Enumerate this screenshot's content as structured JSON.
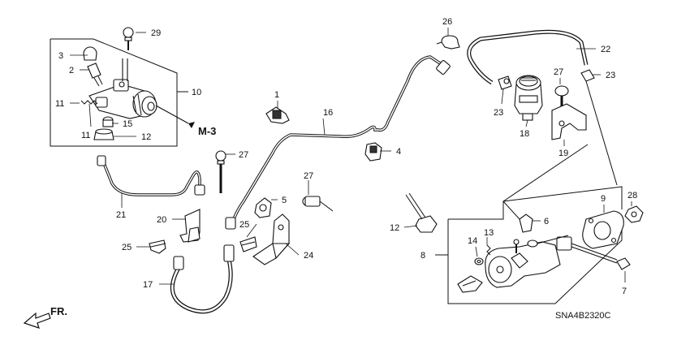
{
  "callouts": {
    "c1": "1",
    "c2": "2",
    "c3": "3",
    "c4": "4",
    "c5": "5",
    "c6": "6",
    "c7": "7",
    "c8": "8",
    "c9": "9",
    "c10": "10",
    "c11a": "11",
    "c11b": "11",
    "c12a": "12",
    "c12b": "12",
    "c13": "13",
    "c14": "14",
    "c15": "15",
    "c16": "16",
    "c17": "17",
    "c18": "18",
    "c19": "19",
    "c20": "20",
    "c21": "21",
    "c22": "22",
    "c23a": "23",
    "c23b": "23",
    "c24": "24",
    "c25a": "25",
    "c25b": "25",
    "c26": "26",
    "c27a": "27",
    "c27b": "27",
    "c27c": "27",
    "c28": "28",
    "c29": "29"
  },
  "ref_label": "M-3",
  "front_label": "FR.",
  "diagram_code": "SNA4B2320C"
}
